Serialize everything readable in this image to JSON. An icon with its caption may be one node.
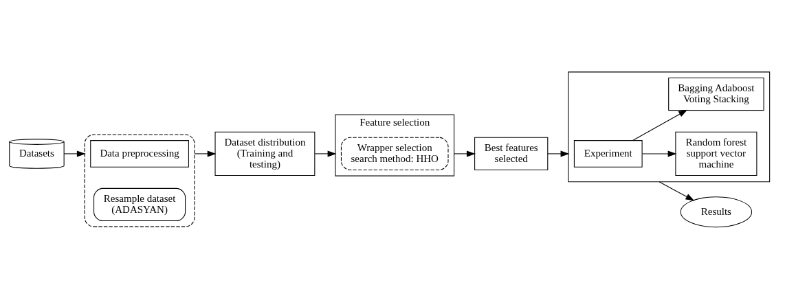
{
  "diagram": {
    "nodes": [
      {
        "text": [
          "Datasets"
        ]
      },
      {
        "text": [],
        "shape": "box"
      },
      {
        "text": [
          "Data preprocessing"
        ],
        "in": 1
      },
      {
        "text": [
          "Resample dataset (ADASYAN)"
        ],
        "in": 1
      },
      {
        "text": [
          "Dataset distribution (Training and testing)"
        ]
      },
      {
        "text": [
          "Feature selection"
        ]
      },
      {
        "text": [
          "Wrapper selection search method: HHO"
        ],
        "in": 5
      },
      {
        "text": [
          "Best features selected"
        ]
      },
      {
        "text": [],
        "shape": "box"
      },
      {
        "text": [
          "Experiment"
        ],
        "in": 8
      },
      {
        "text": [
          "Random forest support vector machine"
        ],
        "in": 8
      },
      {
        "text": [
          "Bagging Adaboost Voting Stacking"
        ],
        "in": 8
      },
      {
        "text": [
          "Results"
        ]
      }
    ],
    "edges": [
      {
        "from": 0,
        "to": 1,
        "arrow": "to"
      },
      {
        "from": 1,
        "to": 4,
        "arrow": "to"
      },
      {
        "from": 4,
        "to": 5,
        "arrow": "to"
      },
      {
        "from": 5,
        "to": 7,
        "arrow": "to"
      },
      {
        "from": 7,
        "to": 8,
        "arrow": "to"
      },
      {
        "from": 9,
        "to": 10,
        "arrow": "to"
      },
      {
        "from": 9,
        "to": 11,
        "arrow": "to"
      },
      {
        "from": 8,
        "to": 12,
        "arrow": "to"
      }
    ]
  }
}
